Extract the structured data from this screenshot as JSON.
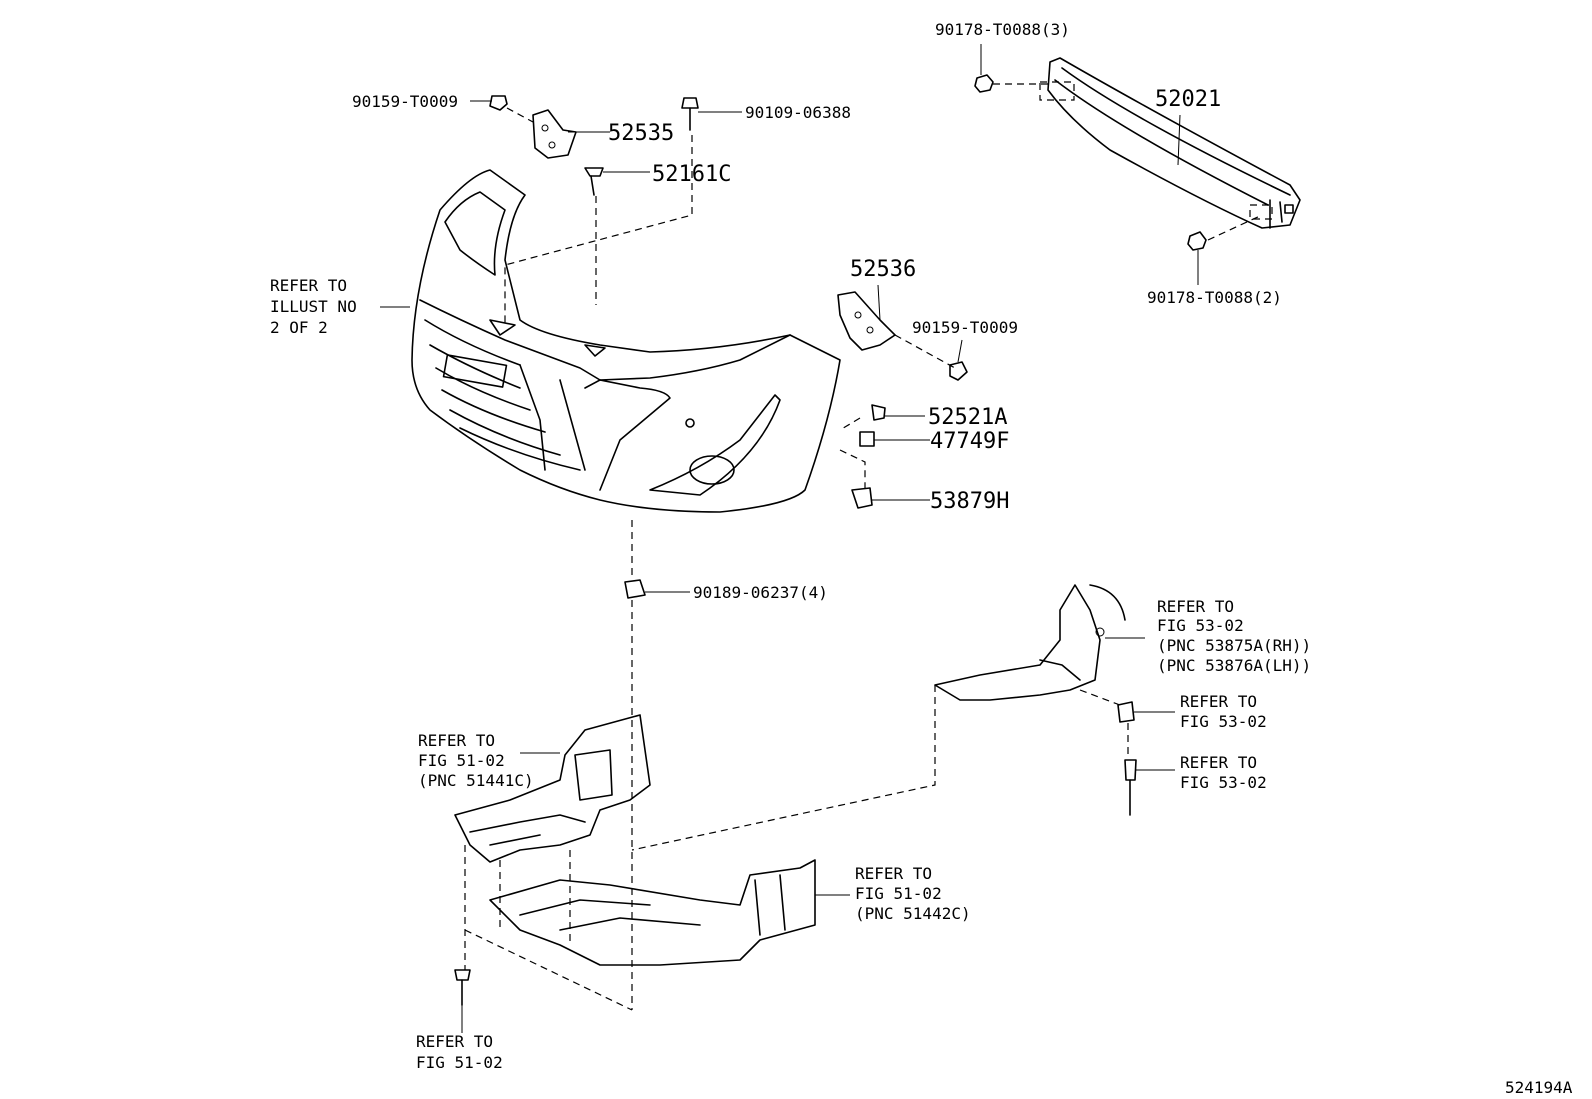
{
  "labels": {
    "refer_illust": [
      "REFER TO",
      "ILLUST NO",
      "2 OF 2"
    ],
    "p90159_top": "90159-T0009",
    "p52535": "52535",
    "p90109": "90109-06388",
    "p52161c": "52161C",
    "p90178_3": "90178-T0088(3)",
    "p52021": "52021",
    "p90178_2": "90178-T0088(2)",
    "p52536": "52536",
    "p90159_right": "90159-T0009",
    "p52521a": "52521A",
    "p47749f": "47749F",
    "p53879h": "53879H",
    "p90189": "90189-06237(4)",
    "refer_53_02_a": [
      "REFER TO",
      "FIG 53-02",
      "(PNC 53875A(RH))",
      "(PNC 53876A(LH))"
    ],
    "refer_53_02_b": [
      "REFER TO",
      "FIG 53-02"
    ],
    "refer_53_02_c": [
      "REFER TO",
      "FIG 53-02"
    ],
    "refer_51441c": [
      "REFER TO",
      "FIG 51-02",
      "(PNC 51441C)"
    ],
    "refer_51442c": [
      "REFER TO",
      "FIG 51-02",
      "(PNC 51442C)"
    ],
    "refer_51_02_bottom": [
      "REFER TO",
      "FIG 51-02"
    ],
    "figure_id": "524194A"
  }
}
